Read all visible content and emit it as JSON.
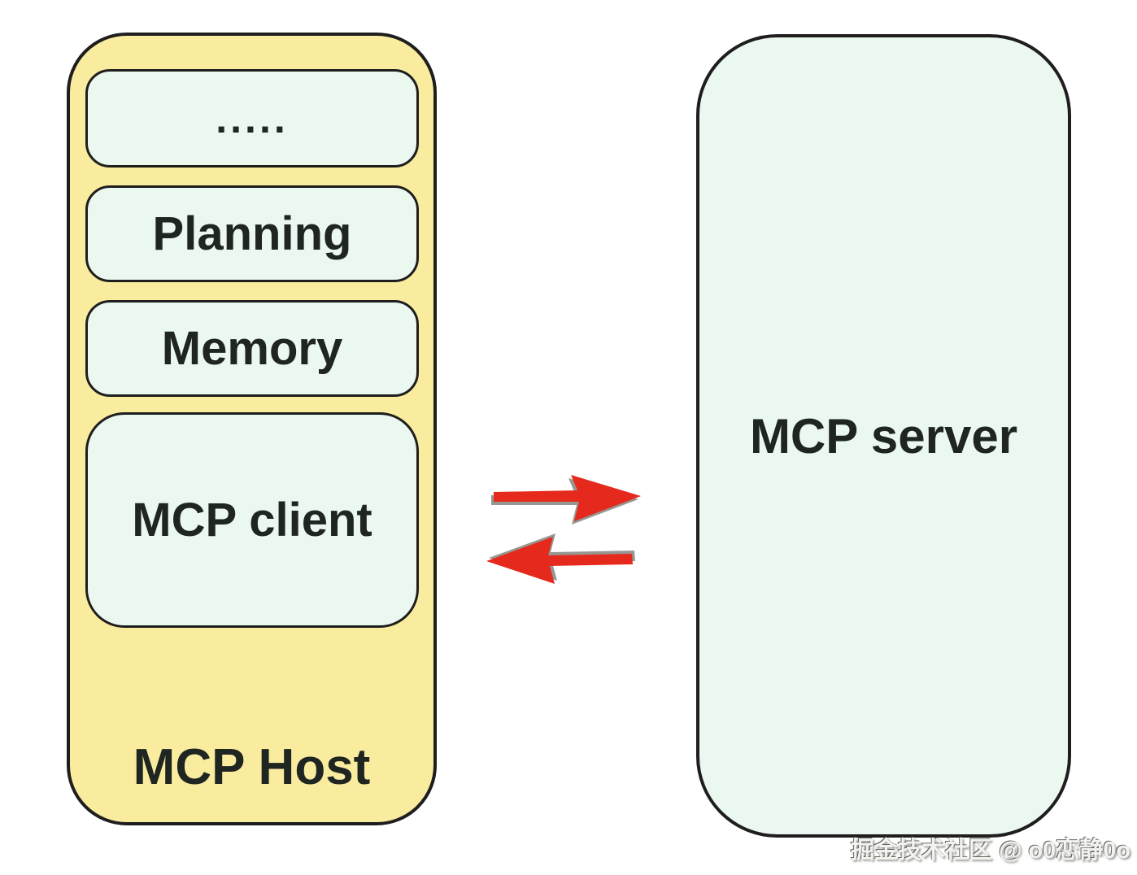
{
  "diagram": {
    "host": {
      "label": "MCP Host",
      "modules": [
        {
          "label": "....."
        },
        {
          "label": "Planning"
        },
        {
          "label": "Memory"
        },
        {
          "label": "MCP client"
        }
      ]
    },
    "server": {
      "label": "MCP server"
    },
    "arrows": {
      "top_direction": "right",
      "bottom_direction": "left"
    },
    "colors": {
      "host_fill": "#FAEC9F",
      "module_fill": "#EBF8EF",
      "server_fill": "#EBF8EF",
      "outline": "#1E1E1E",
      "arrow_red": "#E5291D",
      "arrow_shadow": "#8B8B86",
      "text": "#1F2521"
    },
    "watermark": "掘金技术社区 @ o0恋静0o"
  }
}
